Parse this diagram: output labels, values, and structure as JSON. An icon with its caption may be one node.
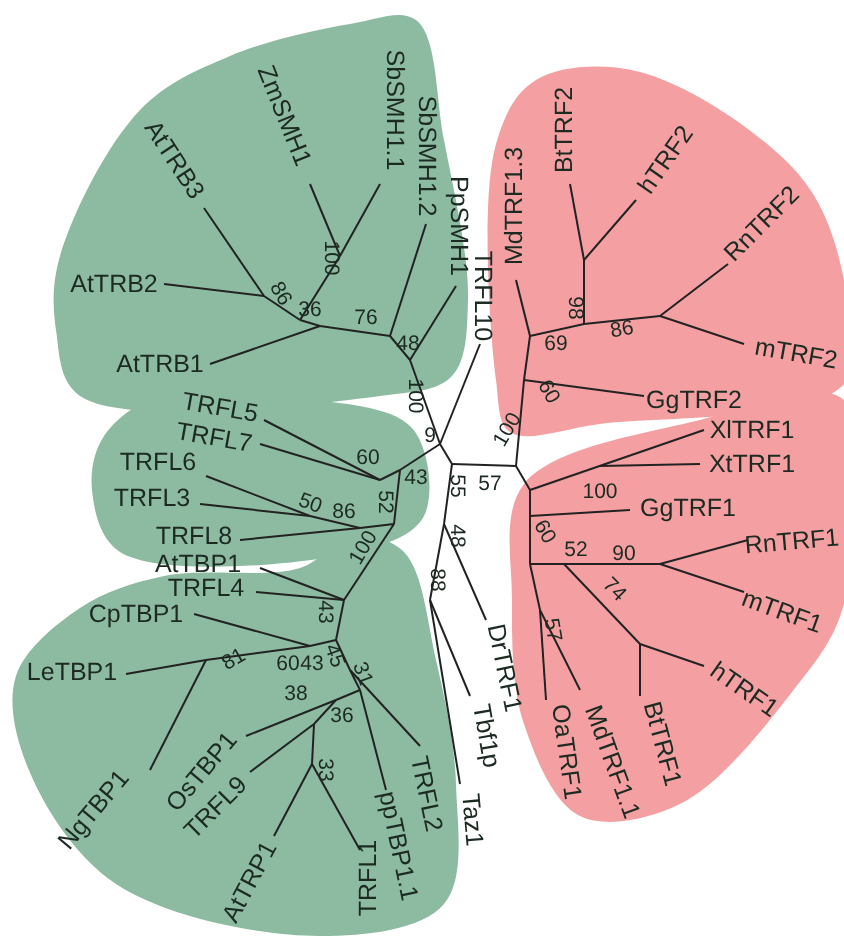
{
  "diagram": {
    "labels": [
      "ZmSMH1",
      "SbSMH1.1",
      "SbSMH1.2",
      "PpSMH1",
      "TRFL10",
      "AtTRB3",
      "AtTRB2",
      "100",
      "86",
      "AtTRB1",
      "36",
      "76",
      "48",
      "100",
      "MdTRF1.3",
      "BtTRF2",
      "hTRF2",
      "RnTRF2",
      "98",
      "69",
      "86",
      "mTRF2",
      "60",
      "GgTRF2",
      "100",
      "XlTRF1",
      "XtTRF1",
      "9",
      "55",
      "57",
      "100",
      "GgTRF1",
      "60",
      "52",
      "90",
      "RnTRF1",
      "74",
      "mTRF1",
      "48",
      "88",
      "57",
      "hTRF1",
      "TRFL5",
      "TRFL7",
      "TRFL6",
      "60",
      "43",
      "TRFL3",
      "50",
      "86",
      "52",
      "TRFL8",
      "100",
      "AtTBP1",
      "TRFL4",
      "CpTBP1",
      "43",
      "LeTBP1",
      "81",
      "60",
      "43",
      "45",
      "31",
      "36",
      "38",
      "33",
      "OsTBP1",
      "NgTBP1",
      "TRFL9",
      "AtTRP1",
      "TRFL1",
      "ppTBP1.1",
      "TRFL2",
      "DrTRF1",
      "Tbf1p",
      "Taz1",
      "OaTRF1",
      "MdTRF1.1",
      "BtTRF1"
    ]
  }
}
